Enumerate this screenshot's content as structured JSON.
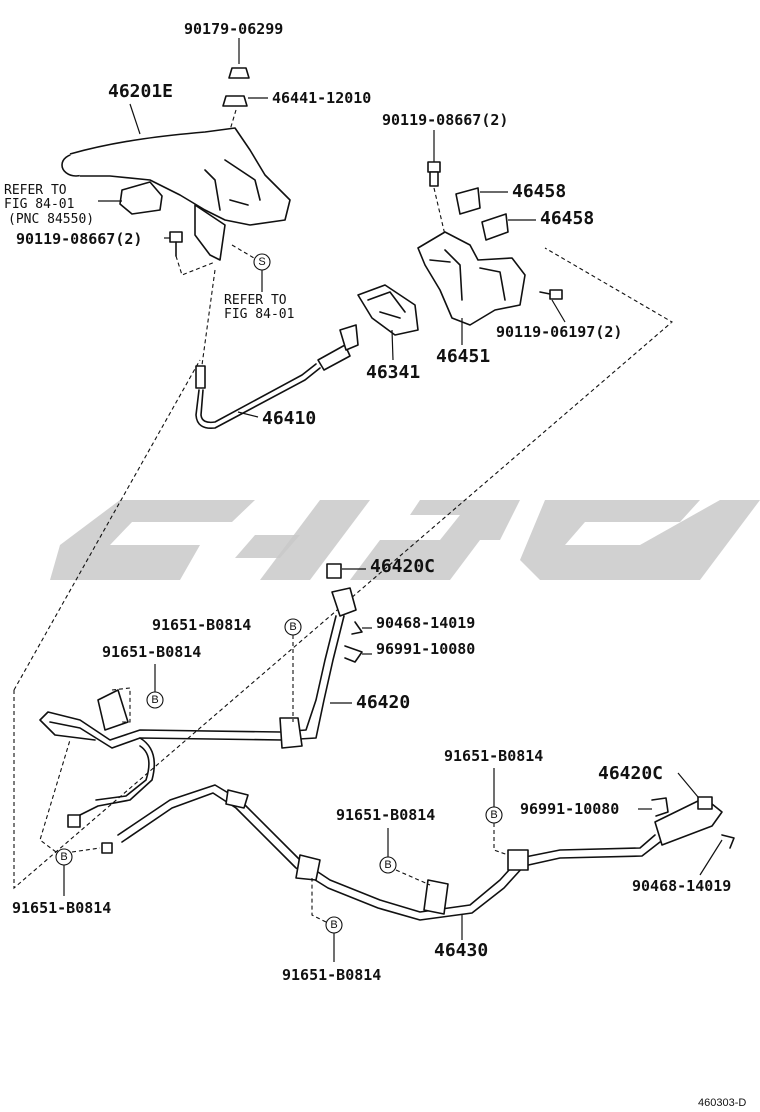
{
  "diagram_code": "460303-D",
  "watermark_text": "",
  "labels": {
    "p90179_06299": "90179-06299",
    "p46441_12010": "46441-12010",
    "p46201E": "46201E",
    "p90119_08667_top": "90119-08667(2)",
    "p46458_a": "46458",
    "p46458_b": "46458",
    "refer_to_left": "REFER TO",
    "fig_84_01_left": "FIG 84-01",
    "pnc_84550": "(PNC 84550)",
    "p90119_08667_left": "90119-08667(2)",
    "refer_to_mid": "REFER TO",
    "fig_84_01_mid": "FIG 84-01",
    "p90119_06197": "90119-06197(2)",
    "p46341": "46341",
    "p46451": "46451",
    "p46410": "46410",
    "p46420C_top": "46420C",
    "p91651_a": "91651-B0814",
    "p90468_a": "90468-14019",
    "p96991_a": "96991-10080",
    "p91651_b": "91651-B0814",
    "p46420": "46420",
    "p91651_c": "91651-B0814",
    "p46420C_right": "46420C",
    "p96991_b": "96991-10080",
    "p91651_d": "91651-B0814",
    "p90468_b": "90468-14019",
    "p91651_e": "91651-B0814",
    "p46430": "46430",
    "p91651_f": "91651-B0814"
  },
  "markers": {
    "s": "S",
    "b": "B"
  },
  "icons": [
    "hand-brake-lever",
    "bolt",
    "nut",
    "cable",
    "bracket",
    "clip",
    "equalizer"
  ]
}
